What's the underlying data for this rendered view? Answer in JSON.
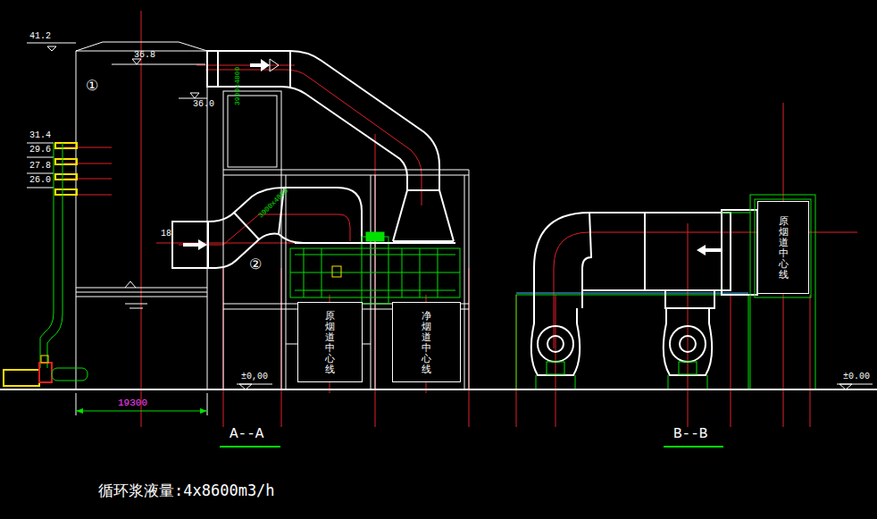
{
  "diagram": {
    "caption": "循环浆液量:4x8600m3/h",
    "nodes": [
      {
        "text": [
          "原烟道中心线"
        ]
      },
      {
        "text": [
          "净烟道中心线"
        ]
      },
      {
        "text": [
          "原烟道中心线"
        ]
      }
    ],
    "labels": [
      "41.2",
      "36.8",
      "36.0",
      "31.4",
      "29.6",
      "27.8",
      "26.0",
      "①",
      "3900x4800",
      "18",
      "3900x4800",
      "②",
      "±0,00",
      "19300",
      "A--A",
      "B--B",
      "±0.00"
    ]
  }
}
